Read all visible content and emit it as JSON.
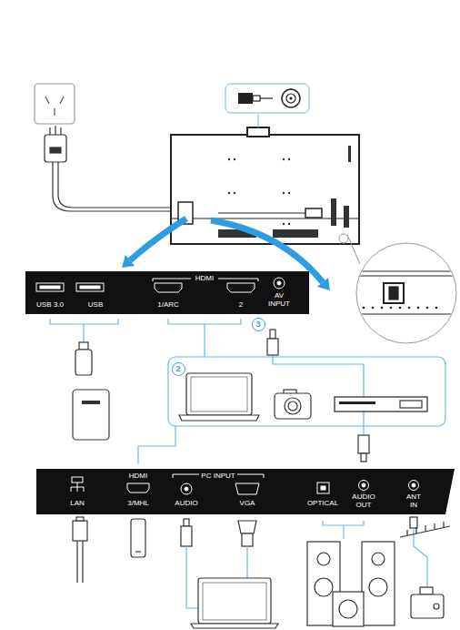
{
  "diagram": {
    "nodes": [
      {
        "text": [
          "USB 3.0",
          "USB",
          "HDMI",
          "1/ARC",
          "2",
          "AV INPUT"
        ]
      },
      {
        "text": [
          "3"
        ]
      },
      {
        "text": [
          "2"
        ]
      },
      {
        "text": [
          "LAN",
          "HDMI",
          "3/MHL",
          "PC INPUT",
          "AUDIO",
          "VGA",
          "OPTICAL",
          "AUDIO OUT",
          "ANT IN"
        ]
      }
    ]
  }
}
